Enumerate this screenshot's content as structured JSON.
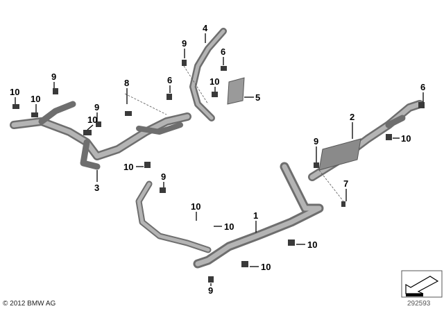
{
  "diagram": {
    "callouts": [
      "4",
      "9",
      "6",
      "8",
      "6",
      "10",
      "5",
      "9",
      "10",
      "10",
      "9",
      "10",
      "3",
      "10",
      "9",
      "2",
      "6",
      "10",
      "9",
      "7",
      "1",
      "10",
      "10",
      "10",
      "10",
      "9"
    ]
  },
  "footer": {
    "copyright": "© 2012 BMW AG",
    "diagram_number": "292593",
    "nav_icon": "arrow-down-left-icon"
  }
}
